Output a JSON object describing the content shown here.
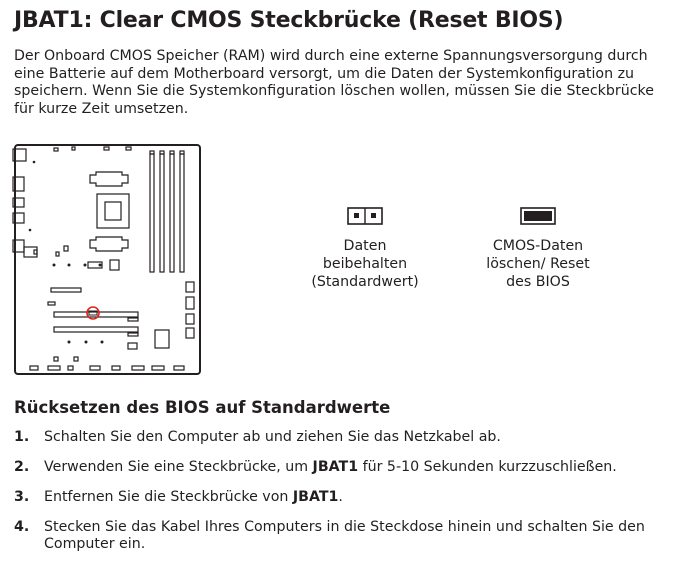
{
  "title": "JBAT1: Clear CMOS Steckbrücke (Reset BIOS)",
  "intro": "Der Onboard CMOS Speicher (RAM) wird durch eine externe Spannungsversorgung durch eine Batterie auf dem Motherboard versorgt, um die Daten der Systemkonfiguration zu speichern. Wenn Sie die Systemkonfiguration löschen wollen, müssen Sie die Steckbrücke für kurze Zeit umsetzen.",
  "jumpers": [
    {
      "label": "Daten\nbeibehalten\n(Standardwert)",
      "state": "open"
    },
    {
      "label": "CMOS-Daten\nlöschen/ Reset\ndes BIOS",
      "state": "closed"
    }
  ],
  "section_title": "Rücksetzen des BIOS auf Standardwerte",
  "steps": [
    {
      "num": "1.",
      "pre": "Schalten Sie den Computer ab und ziehen Sie das Netzkabel ab.",
      "bold": "",
      "post": ""
    },
    {
      "num": "2.",
      "pre": "Verwenden Sie eine Steckbrücke, um ",
      "bold": "JBAT1",
      "post": " für 5-10 Sekunden kurzzuschließen."
    },
    {
      "num": "3.",
      "pre": "Entfernen Sie die Steckbrücke von ",
      "bold": "JBAT1",
      "post": "."
    },
    {
      "num": "4.",
      "pre": "Stecken Sie das Kabel Ihres Computers in die Steckdose hinein und schalten Sie den Computer ein.",
      "bold": "",
      "post": ""
    }
  ],
  "colors": {
    "text": "#231f20",
    "highlight_circle": "#e1251b"
  }
}
